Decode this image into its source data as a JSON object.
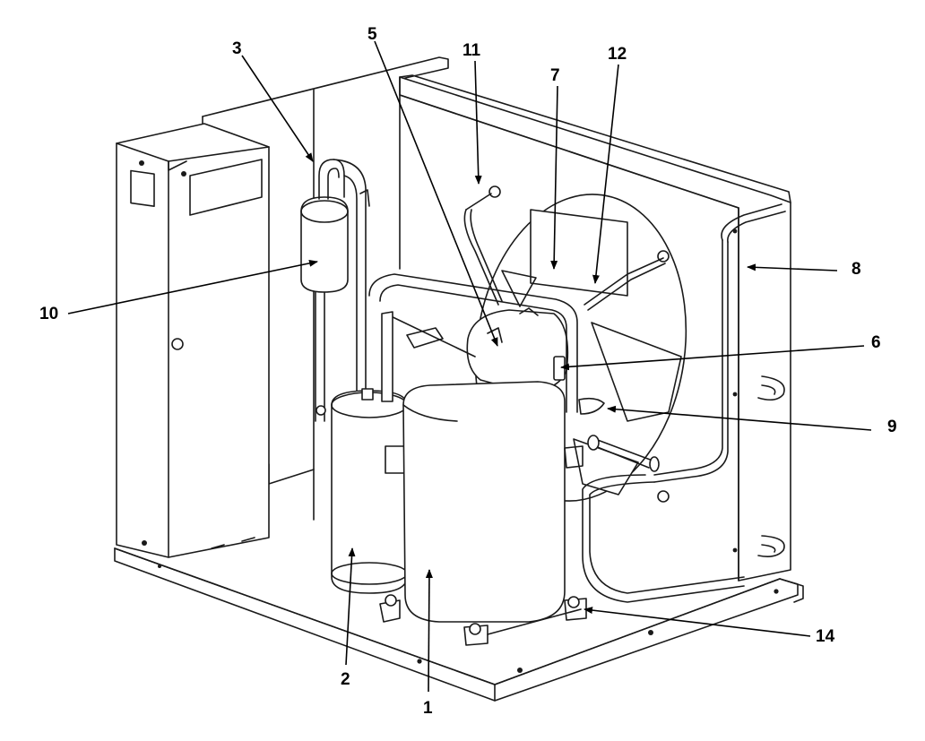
{
  "callouts": {
    "c1": "1",
    "c2": "2",
    "c3": "3",
    "c5": "5",
    "c6": "6",
    "c7": "7",
    "c8": "8",
    "c9": "9",
    "c10": "10",
    "c11": "11",
    "c12": "12",
    "c14": "14"
  },
  "colors": {
    "line": "#1a1a1a",
    "background": "#ffffff"
  }
}
